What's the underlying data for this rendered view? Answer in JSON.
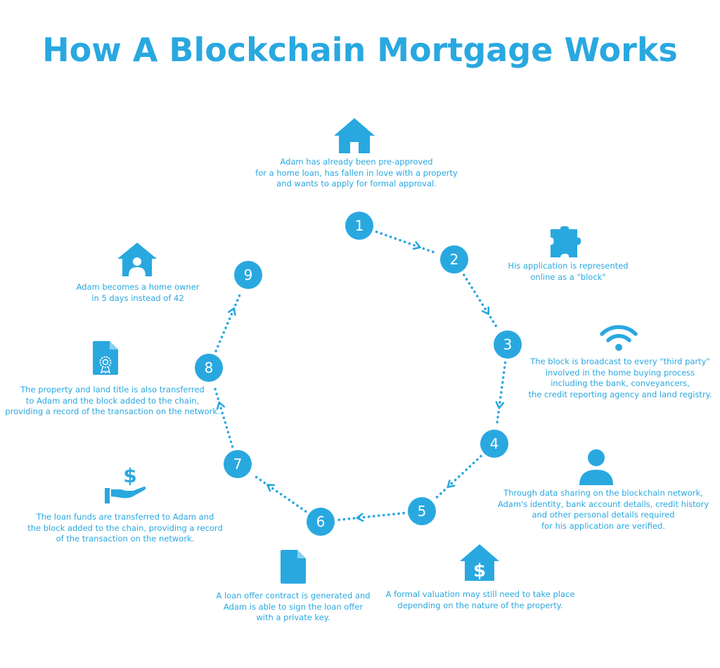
{
  "title": "How A Blockchain Mortgage Works",
  "colors": {
    "accent": "#29a8e0"
  },
  "steps": [
    {
      "number": "1",
      "icon": "house-icon",
      "lines": [
        "Adam has already been pre-approved",
        "for a home loan, has fallen in love with a property",
        "and wants to apply for formal approval."
      ]
    },
    {
      "number": "2",
      "icon": "puzzle-piece-icon",
      "lines": [
        "His application is represented",
        "online as a \"block\""
      ]
    },
    {
      "number": "3",
      "icon": "wifi-icon",
      "lines": [
        "The block is broadcast to every \"third party\"",
        "involved in the home buying process",
        "including the bank, conveyancers,",
        "the credit reporting agency and land registry."
      ]
    },
    {
      "number": "4",
      "icon": "person-icon",
      "lines": [
        "Through data sharing on the blockchain network,",
        "Adam's identity, bank account details, credit history",
        "and other personal details required",
        "for his application are verified."
      ]
    },
    {
      "number": "5",
      "icon": "house-dollar-icon",
      "lines": [
        "A formal valuation may still need to take place",
        "depending on the nature of the property."
      ]
    },
    {
      "number": "6",
      "icon": "document-icon",
      "lines": [
        "A loan offer contract is generated and",
        "Adam is able to sign the loan offer",
        "with a private key."
      ]
    },
    {
      "number": "7",
      "icon": "hand-dollar-icon",
      "lines": [
        "The loan funds are transferred to Adam and",
        "the block added to the chain, providing a record",
        "of the transaction on the network."
      ]
    },
    {
      "number": "8",
      "icon": "certificate-document-icon",
      "lines": [
        "The property and land title is also transferred",
        "to Adam and the block added to the chain,",
        "providing a record of the transaction on the network."
      ]
    },
    {
      "number": "9",
      "icon": "house-owner-icon",
      "lines": [
        "Adam becomes a home owner",
        "in 5 days instead of 42"
      ]
    }
  ]
}
